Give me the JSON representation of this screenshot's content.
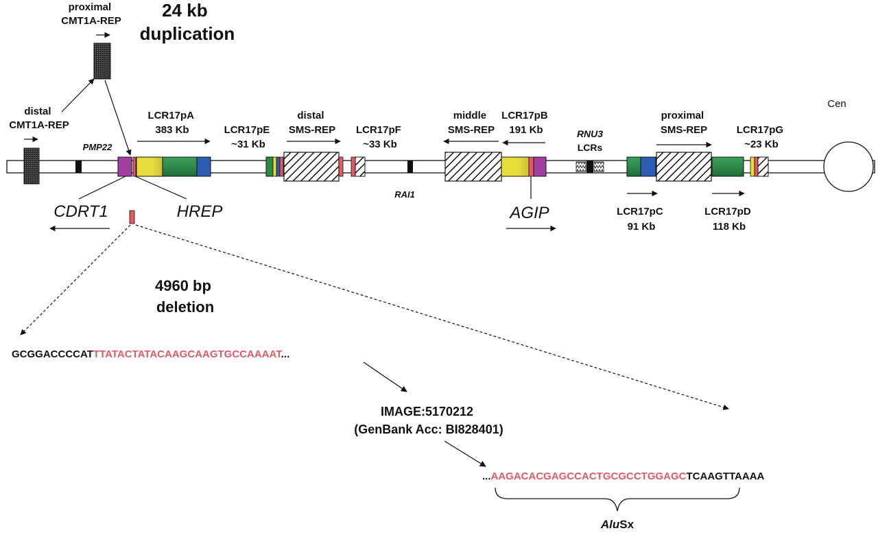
{
  "labels": {
    "proximal_cmt1a": [
      "proximal",
      "CMT1A-REP"
    ],
    "duplication": [
      "24 kb",
      "duplication"
    ],
    "distal_cmt1a": [
      "distal",
      "CMT1A-REP"
    ],
    "pmp22": "PMP22",
    "lcr17pa": [
      "LCR17pA",
      "383 Kb"
    ],
    "lcr17pe": [
      "LCR17pE",
      "~31 Kb"
    ],
    "distal_sms": [
      "distal",
      "SMS-REP"
    ],
    "lcr17pf": [
      "LCR17pF",
      "~33 Kb"
    ],
    "middle_sms": [
      "middle",
      "SMS-REP"
    ],
    "lcr17pb": [
      "LCR17pB",
      "191 Kb"
    ],
    "rnu3": "RNU3",
    "lcrs": "LCRs",
    "proximal_sms": [
      "proximal",
      "SMS-REP"
    ],
    "lcr17pg": [
      "LCR17pG",
      "~23 Kb"
    ],
    "cen": "Cen",
    "cdrt1": "CDRT1",
    "hrep": "HREP",
    "rai1": "RAI1",
    "agip": "AGIP",
    "lcr17pc": [
      "LCR17pC",
      "91 Kb"
    ],
    "lcr17pd": [
      "LCR17pD",
      "118 Kb"
    ],
    "deletion": [
      "4960 bp",
      "deletion"
    ],
    "image_clone": [
      "IMAGE:5170212",
      "(GenBank Acc: BI828401)"
    ],
    "alusx_italic": "Alu",
    "alusx_rest": "Sx"
  },
  "sequences": {
    "seq1_black": "GCGGACCCCAT",
    "seq1_red": "TTATACTATACAAGCAAGTGCCAAAAT",
    "seq1_tail": "...",
    "seq2_lead": "...",
    "seq2_red": "AAGACACGAGCCACTGCGCCTGGAGC",
    "seq2_black": "TCAAGTTAAAA"
  },
  "colors": {
    "accent_red": "#e05a63",
    "purple": "#a23fa0",
    "green": "#2f8a4a",
    "blue": "#2a5db0",
    "yellow": "#e8dc3a",
    "chromosome": "#ffffff"
  }
}
